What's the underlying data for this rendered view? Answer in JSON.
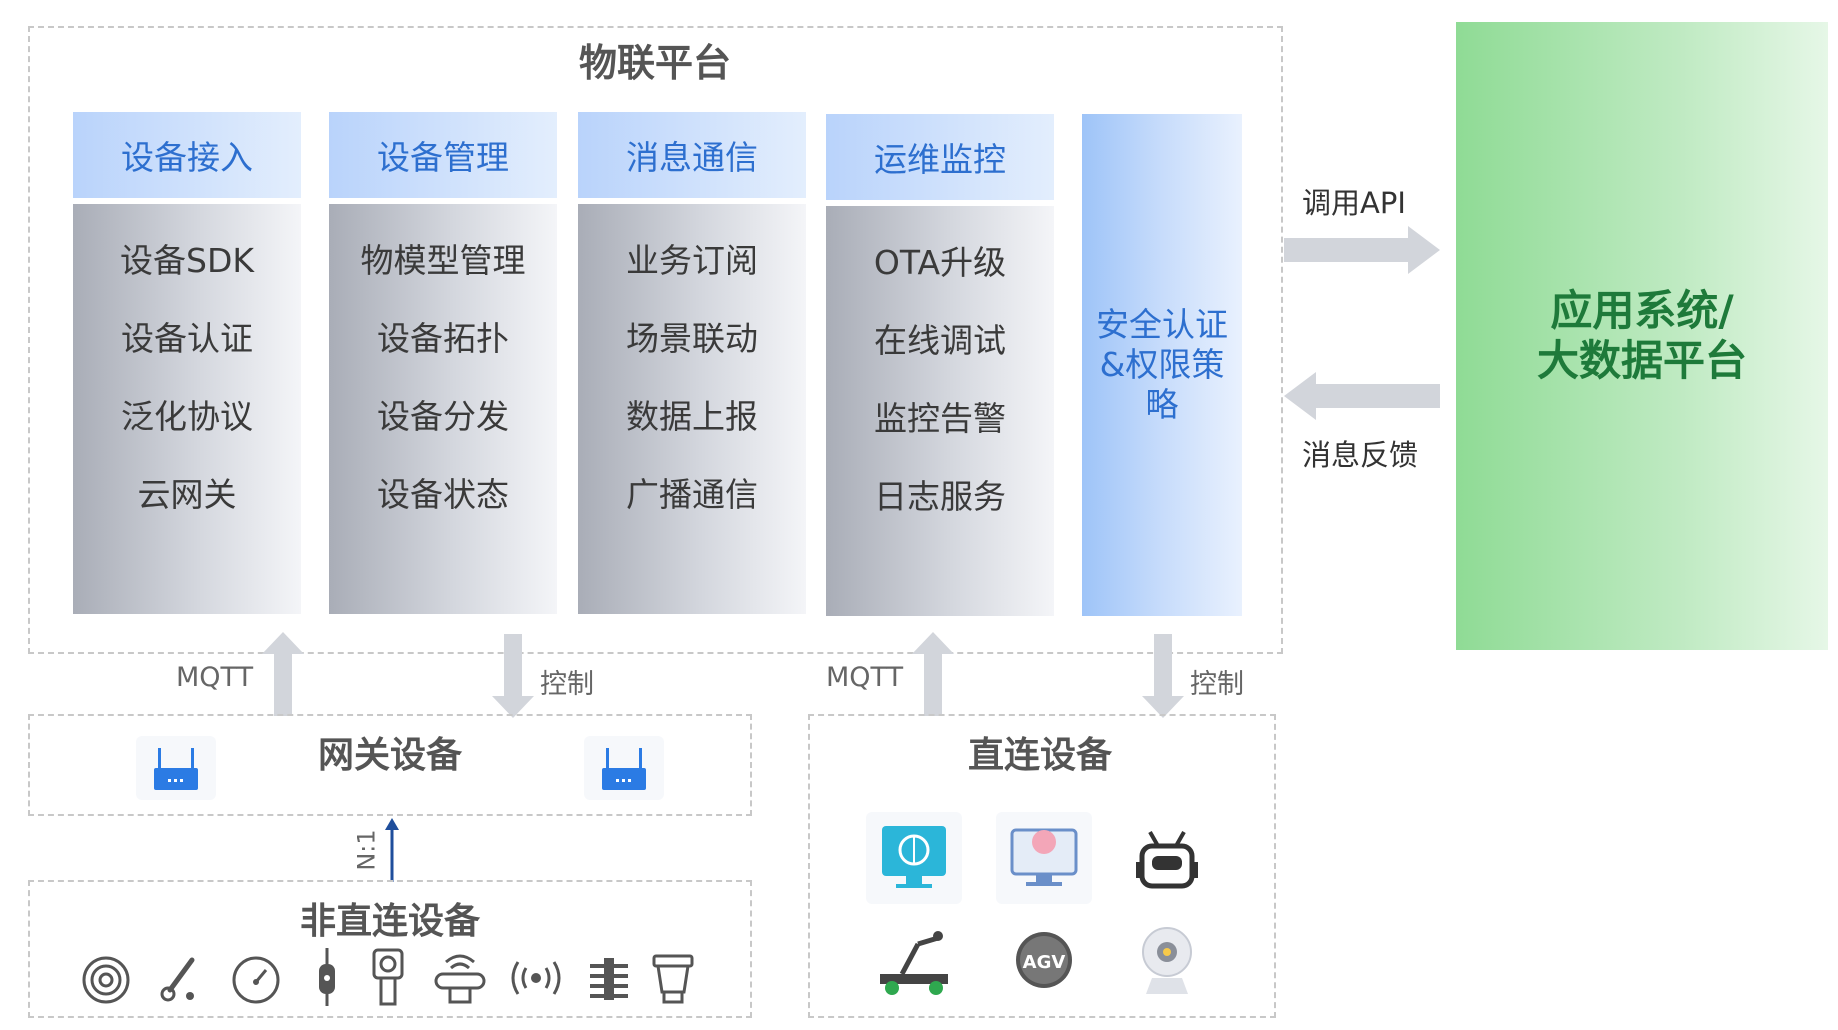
{
  "platform": {
    "title": "物联平台",
    "columns": [
      {
        "header": "设备接入",
        "items": [
          "设备SDK",
          "设备认证",
          "泛化协议",
          "云网关"
        ]
      },
      {
        "header": "设备管理",
        "items": [
          "物模型管理",
          "设备拓扑",
          "设备分发",
          "设备状态"
        ]
      },
      {
        "header": "消息通信",
        "items": [
          "业务订阅",
          "场景联动",
          "数据上报",
          "广播通信"
        ]
      },
      {
        "header": "运维监控",
        "items": [
          "OTA升级",
          "在线调试",
          "监控告警",
          "日志服务"
        ]
      }
    ],
    "security": {
      "line1": "安全认证",
      "line2": "&权限策",
      "line3": "略"
    }
  },
  "side": {
    "call_api": "调用API",
    "feedback": "消息反馈"
  },
  "app": {
    "line1": "应用系统/",
    "line2": "大数据平台"
  },
  "arrows": {
    "mqtt_left": "MQTT",
    "control_left": "控制",
    "mqtt_right": "MQTT",
    "control_right": "控制",
    "ratio": "N:1"
  },
  "gateway": {
    "title": "网关设备"
  },
  "indirect": {
    "title": "非直连设备"
  },
  "direct": {
    "title": "直连设备"
  },
  "colors": {
    "accent_blue": "#2d6fcf",
    "green": "#1e7a3a",
    "arrow_gray": "#d2d5db",
    "icon_blue": "#2b7be4"
  }
}
